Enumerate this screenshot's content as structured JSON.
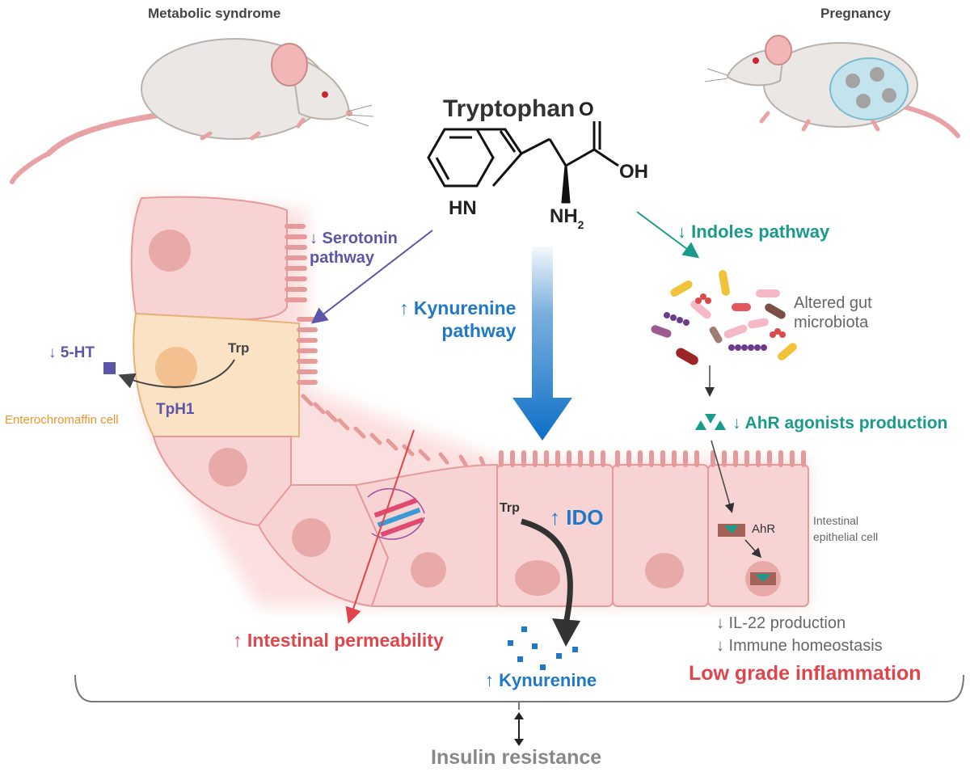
{
  "titles": {
    "left_model": "Metabolic syndrome",
    "right_model": "Pregnancy",
    "molecule": "Tryptophan"
  },
  "chemistry": {
    "carbonyl_o": "O",
    "hydroxyl": "OH",
    "amine_hn": "HN",
    "amino_nh": "NH",
    "amino_sub": "2"
  },
  "pathways": {
    "serotonin_line1": "↓ Serotonin",
    "serotonin_line2": "pathway",
    "kynurenine_line1": "↑ Kynurenine",
    "kynurenine_line2": "pathway",
    "indoles": "↓ Indoles pathway"
  },
  "labels": {
    "five_ht": "↓ 5-HT",
    "trp_left": "Trp",
    "tph1": "TpH1",
    "enterochromaffin": "Enterochromaffin cell",
    "gut_microbiota_line1": "Altered gut",
    "gut_microbiota_line2": "microbiota",
    "ahr_agonists": "↓ AhR agonists production",
    "intestinal_epithelial_line1": "Intestinal",
    "intestinal_epithelial_line2": "epithelial cell",
    "trp_center": "Trp",
    "ido": "↑ IDO",
    "ahr": "AhR",
    "intestinal_permeability": "↑ Intestinal permeability",
    "kynurenine": "↑ Kynurenine",
    "il22": "↓ IL-22 production",
    "immune_homeostasis": "↓ Immune homeostasis",
    "low_grade_inflammation": "Low grade inflammation",
    "insulin_resistance": "Insulin resistance"
  },
  "colors": {
    "serotonin": "#5a56a8",
    "kynurenine": "#1f78c8",
    "indoles": "#1a9a8a",
    "red": "#e0454b",
    "enterochromaffin": "#f0932b",
    "gray_text": "#666666",
    "cell_fill": "#f8d3d3",
    "cell_stroke": "#e69a9a",
    "ec_fill": "#fbe2c4"
  }
}
